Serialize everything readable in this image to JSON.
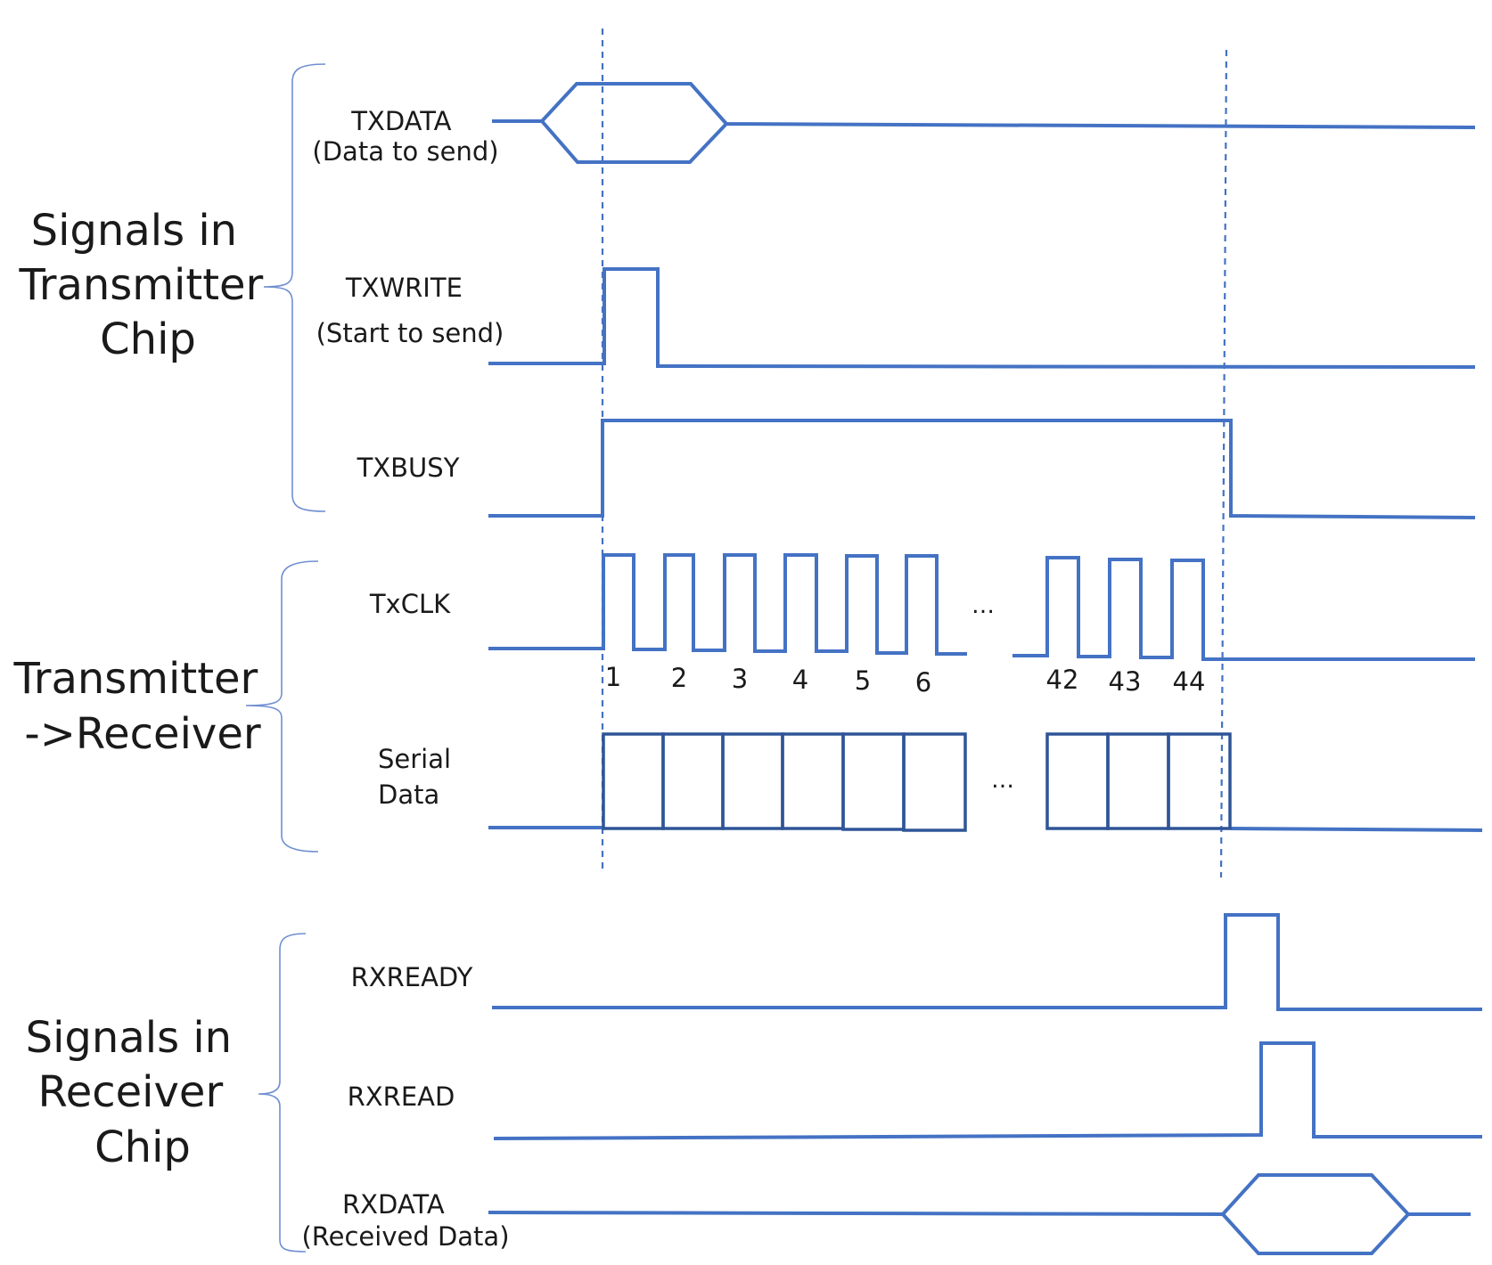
{
  "groups": {
    "transmitter": [
      "Signals in",
      "Transmitter",
      "Chip"
    ],
    "link": [
      "Transmitter",
      "->Receiver"
    ],
    "receiver": [
      "Signals in",
      "Receiver",
      "Chip"
    ]
  },
  "signals": {
    "txdata": {
      "name": "TXDATA",
      "desc": "(Data to send)"
    },
    "txwrite": {
      "name": "TXWRITE",
      "desc": "(Start to send)"
    },
    "txbusy": {
      "name": "TXBUSY"
    },
    "txclk": {
      "name": "TxCLK"
    },
    "serial": {
      "line1": "Serial",
      "line2": "Data"
    },
    "rxready": {
      "name": "RXREADY"
    },
    "rxread": {
      "name": "RXREAD"
    },
    "rxdata": {
      "name": "RXDATA",
      "desc": "(Received Data)"
    }
  },
  "clock_labels": [
    "1",
    "2",
    "3",
    "4",
    "5",
    "6",
    "42",
    "43",
    "44"
  ],
  "ellipsis": "…",
  "colors": {
    "waveform": "#4472c4",
    "serial_cells": "#2f5597",
    "brace": "#6f8fd0"
  }
}
